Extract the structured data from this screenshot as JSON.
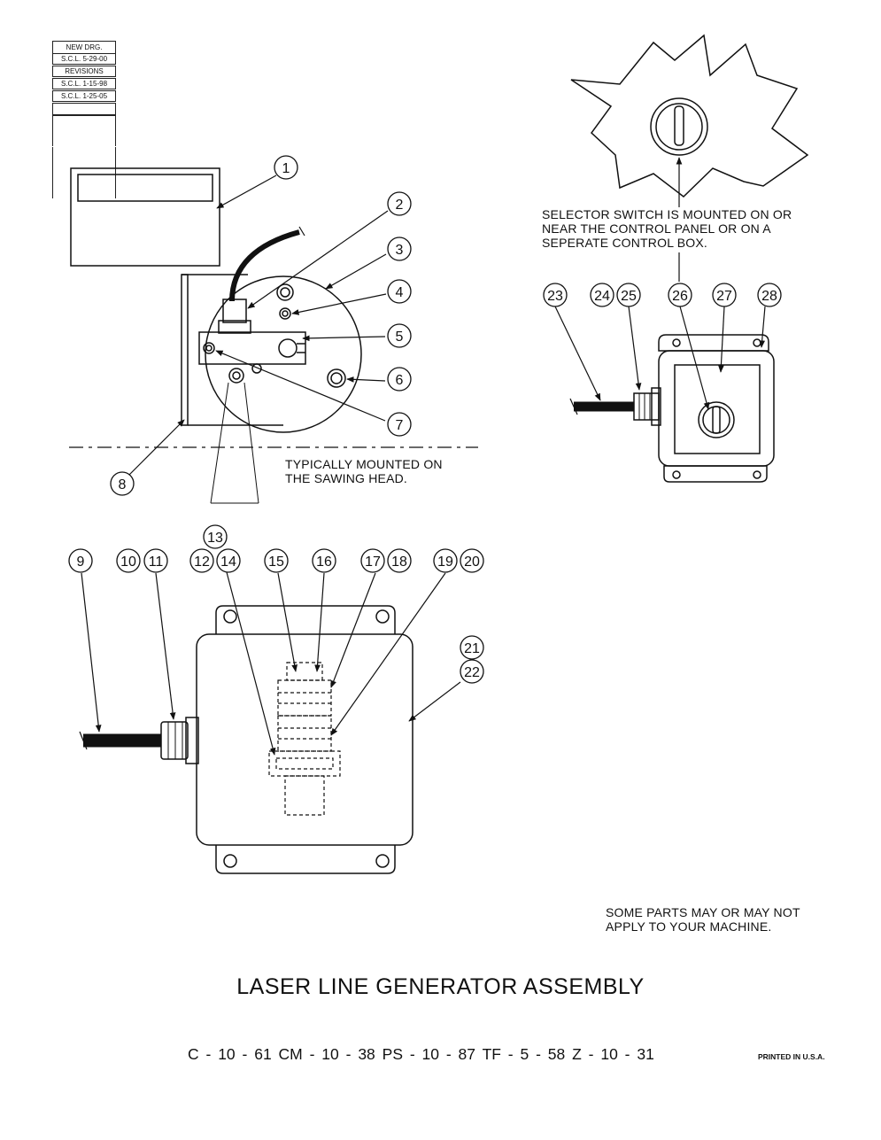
{
  "revision_block": {
    "rows": [
      "NEW DRG.",
      "S.C.L. 5-29-00",
      "REVISIONS",
      "S.C.L. 1-15-98",
      "S.C.L. 1-25-05"
    ]
  },
  "notes": {
    "selector_switch": [
      "SELECTOR SWITCH IS MOUNTED ON OR",
      "NEAR THE CONTROL PANEL OR ON A",
      "SEPERATE CONTROL BOX."
    ],
    "mounting": [
      "TYPICALLY MOUNTED ON",
      "THE SAWING HEAD."
    ],
    "applicability": [
      "SOME PARTS MAY OR MAY NOT",
      "APPLY TO YOUR MACHINE."
    ]
  },
  "callouts": [
    "1",
    "2",
    "3",
    "4",
    "5",
    "6",
    "7",
    "8",
    "9",
    "10",
    "11",
    "12",
    "13",
    "14",
    "15",
    "16",
    "17",
    "18",
    "19",
    "20",
    "21",
    "22",
    "23",
    "24",
    "25",
    "26",
    "27",
    "28"
  ],
  "title": "LASER LINE GENERATOR ASSEMBLY",
  "model_numbers": "C - 10 - 61    CM - 10 - 38    PS - 10 - 87    TF - 5 - 58    Z - 10 - 31",
  "printed": "PRINTED IN U.S.A."
}
